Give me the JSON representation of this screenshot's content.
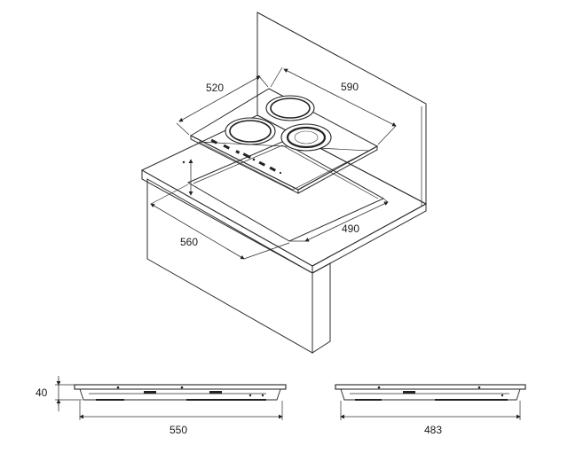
{
  "dimensions": {
    "hob_depth": "520",
    "hob_width": "590",
    "cutout_width": "560",
    "cutout_depth": "490",
    "side_height": "40",
    "side_width": "550",
    "front_width": "483"
  }
}
